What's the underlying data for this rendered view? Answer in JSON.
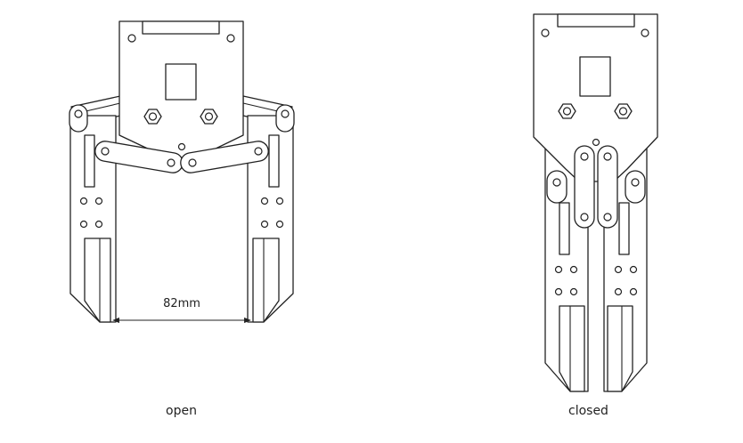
{
  "labels": {
    "open": "open",
    "closed": "closed",
    "dimension": "82mm"
  },
  "colors": {
    "line": "#222222",
    "fill": "#ffffff"
  }
}
